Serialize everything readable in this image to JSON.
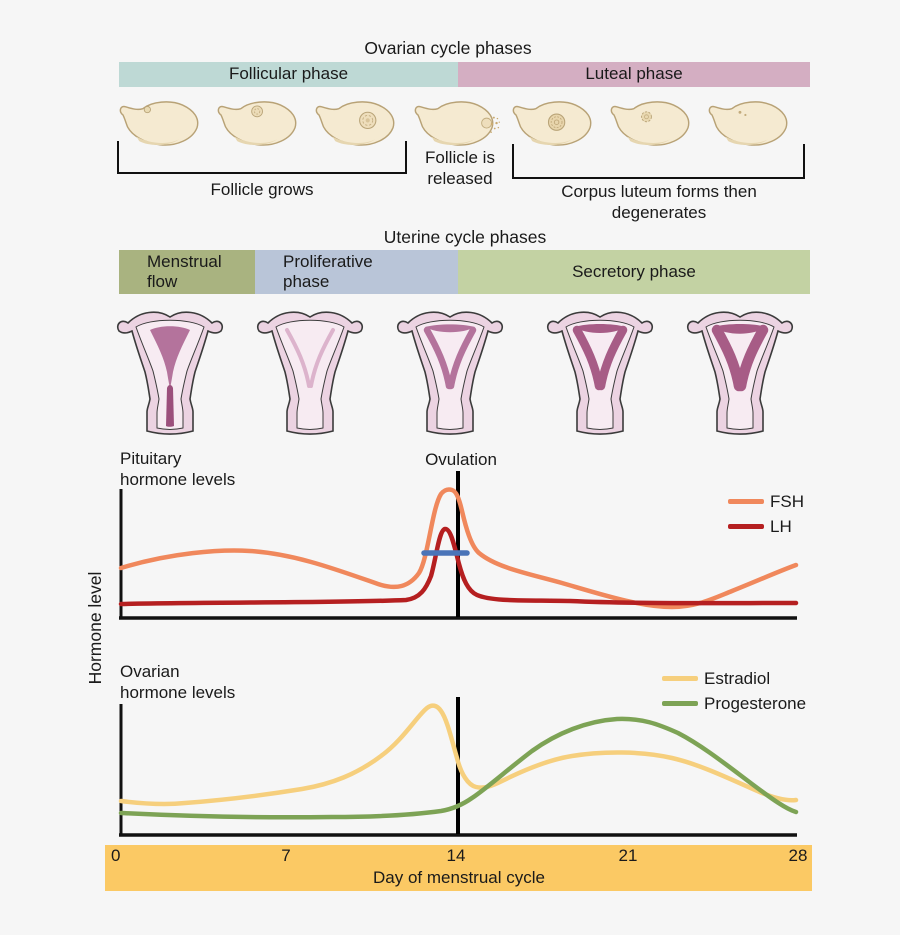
{
  "background_color": "#f6f6f6",
  "ovarian_section": {
    "title": "Ovarian cycle phases",
    "phases": [
      {
        "label": "Follicular phase",
        "color": "#bed9d5"
      },
      {
        "label": "Luteal phase",
        "color": "#d4aec2"
      }
    ],
    "follicle_grows_label": "Follicle grows",
    "follicle_released_label": "Follicle is\nreleased",
    "corpus_luteum_label": "Corpus luteum forms then\ndegenerates"
  },
  "uterine_section": {
    "title": "Uterine cycle phases",
    "phases": [
      {
        "label": "Menstrual\nflow",
        "color": "#a9b380"
      },
      {
        "label": "Proliferative\nphase",
        "color": "#b9c5d8"
      },
      {
        "label": "Secretory phase",
        "color": "#c3d2a3"
      }
    ]
  },
  "charts": {
    "y_axis_label": "Hormone level",
    "pituitary": {
      "label": "Pituitary\nhormone levels",
      "ovulation_label": "Ovulation",
      "legend": [
        {
          "name": "FSH",
          "color": "#f0885c"
        },
        {
          "name": "LH",
          "color": "#b51f20"
        }
      ],
      "marker_color": "#4a74b8"
    },
    "ovarian": {
      "label": "Ovarian\nhormone levels",
      "legend": [
        {
          "name": "Estradiol",
          "color": "#f6cf7d"
        },
        {
          "name": "Progesterone",
          "color": "#7da355"
        }
      ]
    },
    "day_axis": {
      "label": "Day of menstrual cycle",
      "ticks": [
        "0",
        "7",
        "14",
        "21",
        "28"
      ],
      "bar_color": "#fbc964"
    }
  },
  "chart_data": [
    {
      "type": "line",
      "title": "Pituitary hormone levels",
      "xlabel": "Day of menstrual cycle",
      "ylabel": "Hormone level",
      "xlim": [
        0,
        28
      ],
      "x_ticks": [
        0,
        7,
        14,
        21,
        28
      ],
      "units": "relative hormone level (0-1, unlabeled axis)",
      "x_days": [
        0,
        1,
        2,
        3,
        4,
        5,
        6,
        7,
        8,
        9,
        10,
        11,
        12,
        13,
        14,
        15,
        16,
        17,
        18,
        19,
        20,
        21,
        22,
        23,
        24,
        25,
        26,
        27,
        28
      ],
      "series": [
        {
          "name": "FSH",
          "color": "#f0885c",
          "values": [
            0.39,
            0.44,
            0.49,
            0.52,
            0.52,
            0.5,
            0.47,
            0.43,
            0.38,
            0.33,
            0.28,
            0.25,
            0.35,
            0.85,
            0.99,
            0.49,
            0.4,
            0.35,
            0.31,
            0.26,
            0.22,
            0.17,
            0.12,
            0.08,
            0.09,
            0.15,
            0.25,
            0.34,
            0.41
          ]
        },
        {
          "name": "LH",
          "color": "#b51f20",
          "values": [
            0.11,
            0.11,
            0.12,
            0.12,
            0.12,
            0.12,
            0.12,
            0.12,
            0.12,
            0.12,
            0.12,
            0.13,
            0.18,
            0.7,
            0.45,
            0.23,
            0.17,
            0.15,
            0.14,
            0.13,
            0.13,
            0.12,
            0.12,
            0.12,
            0.11,
            0.11,
            0.11,
            0.11,
            0.11
          ]
        }
      ],
      "annotations": [
        {
          "label": "Ovulation",
          "x": 14,
          "type": "vertical-line",
          "color": "#000000"
        },
        {
          "label": "LH surge level marker",
          "x": 14,
          "y": 0.5,
          "type": "horizontal-tick",
          "color": "#4a74b8"
        }
      ],
      "grid": false,
      "legend_position": "top-right"
    },
    {
      "type": "line",
      "title": "Ovarian hormone levels",
      "xlabel": "Day of menstrual cycle",
      "ylabel": "Hormone level",
      "xlim": [
        0,
        28
      ],
      "x_ticks": [
        0,
        7,
        14,
        21,
        28
      ],
      "units": "relative hormone level (0-1, unlabeled axis)",
      "x_days": [
        0,
        1,
        2,
        3,
        4,
        5,
        6,
        7,
        8,
        9,
        10,
        11,
        12,
        13,
        14,
        15,
        16,
        17,
        18,
        19,
        20,
        21,
        22,
        23,
        24,
        25,
        26,
        27,
        28
      ],
      "series": [
        {
          "name": "Estradiol",
          "color": "#f6cf7d",
          "values": [
            0.26,
            0.24,
            0.23,
            0.25,
            0.27,
            0.3,
            0.33,
            0.35,
            0.37,
            0.42,
            0.51,
            0.65,
            0.84,
            0.98,
            0.57,
            0.36,
            0.42,
            0.5,
            0.56,
            0.6,
            0.61,
            0.62,
            0.6,
            0.54,
            0.47,
            0.4,
            0.34,
            0.29,
            0.26
          ]
        },
        {
          "name": "Progesterone",
          "color": "#7da355",
          "values": [
            0.15,
            0.14,
            0.14,
            0.14,
            0.14,
            0.14,
            0.13,
            0.13,
            0.13,
            0.13,
            0.13,
            0.13,
            0.14,
            0.15,
            0.21,
            0.32,
            0.46,
            0.61,
            0.74,
            0.83,
            0.88,
            0.88,
            0.85,
            0.78,
            0.65,
            0.51,
            0.36,
            0.24,
            0.17
          ]
        }
      ],
      "annotations": [
        {
          "label": "Ovulation line (unlabeled)",
          "x": 14,
          "type": "vertical-line",
          "color": "#000000"
        }
      ],
      "grid": false,
      "legend_position": "top-right"
    }
  ]
}
